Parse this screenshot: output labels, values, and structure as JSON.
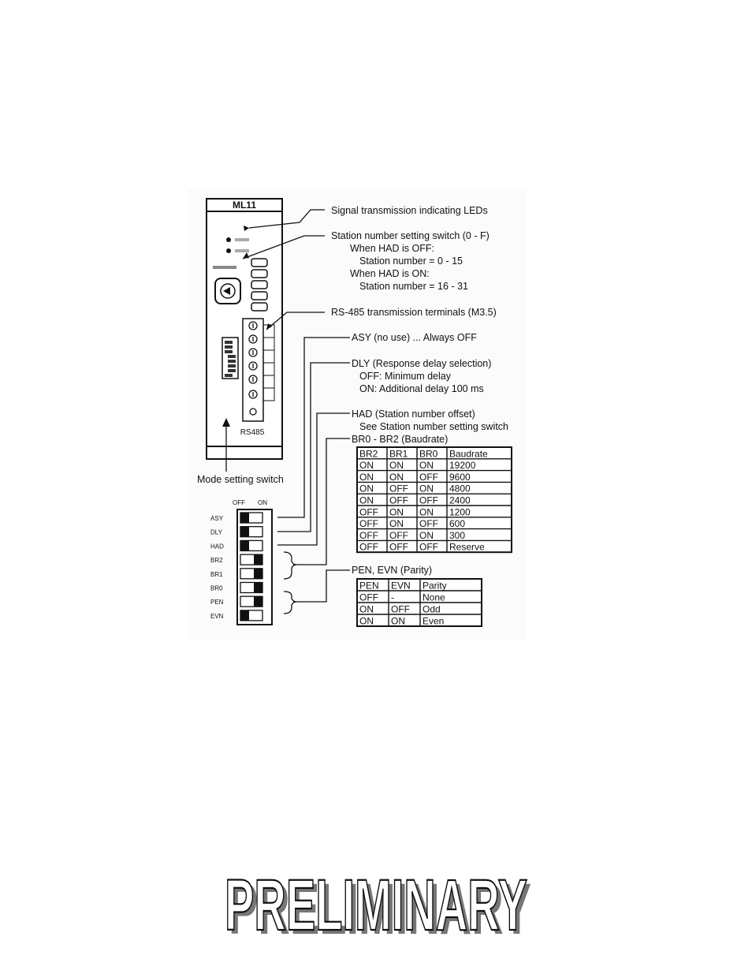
{
  "module": {
    "model": "ML11",
    "rs485_label": "RS485"
  },
  "callouts": {
    "led": "Signal transmission indicating LEDs",
    "station_title": "Station number setting switch (0 - F)",
    "station_had_off": "When HAD is OFF:",
    "station_range_off": "Station number = 0 - 15",
    "station_had_on": "When HAD is ON:",
    "station_range_on": "Station number = 16 - 31",
    "rs485_terminals": "RS-485 transmission terminals (M3.5)",
    "asy": "ASY (no use) ... Always OFF",
    "dly_title": "DLY (Response delay selection)",
    "dly_off": "OFF: Minimum delay",
    "dly_on": "ON:  Additional delay 100 ms",
    "had_title": "HAD (Station number offset)",
    "had_note": "See Station number setting switch",
    "br_title": "BR0 - BR2 (Baudrate)",
    "parity_title": "PEN, EVN (Parity)",
    "mode_switch": "Mode setting switch"
  },
  "dip_switch": {
    "header_off": "OFF",
    "header_on": "ON",
    "switches": [
      {
        "label": "ASY",
        "state": "OFF"
      },
      {
        "label": "DLY",
        "state": "OFF"
      },
      {
        "label": "HAD",
        "state": "OFF"
      },
      {
        "label": "BR2",
        "state": "ON"
      },
      {
        "label": "BR1",
        "state": "ON"
      },
      {
        "label": "BR0",
        "state": "ON"
      },
      {
        "label": "PEN",
        "state": "ON"
      },
      {
        "label": "EVN",
        "state": "OFF"
      }
    ]
  },
  "baud_table": {
    "headers": [
      "BR2",
      "BR1",
      "BR0",
      "Baudrate"
    ],
    "rows": [
      [
        "ON",
        "ON",
        "ON",
        "19200"
      ],
      [
        "ON",
        "ON",
        "OFF",
        "9600"
      ],
      [
        "ON",
        "OFF",
        "ON",
        "4800"
      ],
      [
        "ON",
        "OFF",
        "OFF",
        "2400"
      ],
      [
        "OFF",
        "ON",
        "ON",
        "1200"
      ],
      [
        "OFF",
        "ON",
        "OFF",
        "600"
      ],
      [
        "OFF",
        "OFF",
        "ON",
        "300"
      ],
      [
        "OFF",
        "OFF",
        "OFF",
        "Reserve"
      ]
    ]
  },
  "parity_table": {
    "headers": [
      "PEN",
      "EVN",
      "Parity"
    ],
    "rows": [
      [
        "OFF",
        "-",
        "None"
      ],
      [
        "ON",
        "OFF",
        "Odd"
      ],
      [
        "ON",
        "ON",
        "Even"
      ]
    ]
  },
  "watermark": "PRELIMINARY"
}
